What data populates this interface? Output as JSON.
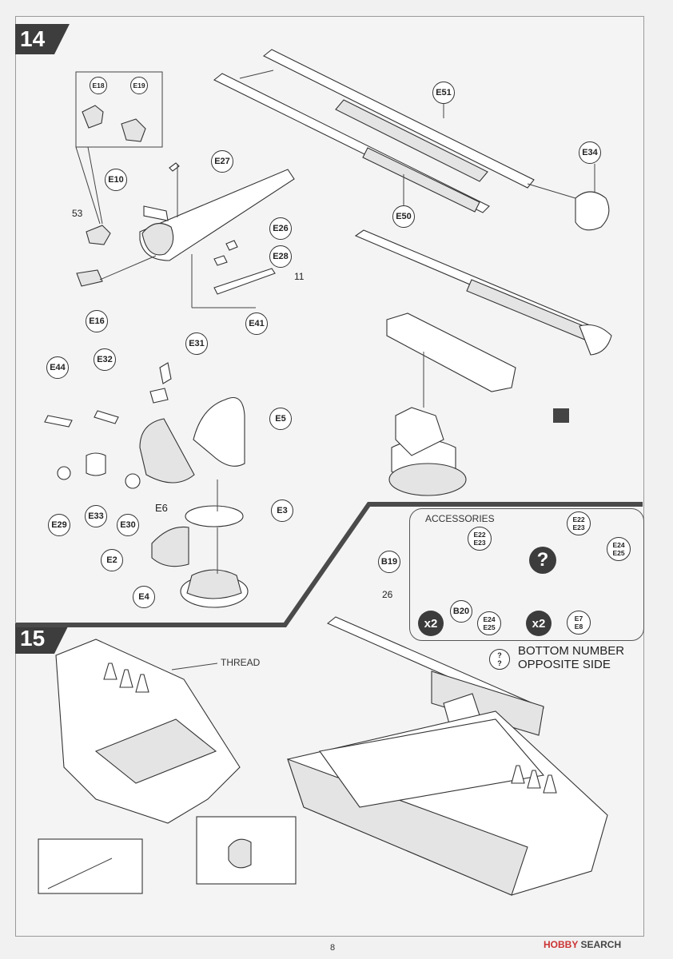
{
  "steps": {
    "step14": "14",
    "step15": "15"
  },
  "callouts": {
    "E18": "E18",
    "E19": "E19",
    "E27": "E27",
    "E10": "E10",
    "n53": "53",
    "E26": "E26",
    "E28": "E28",
    "n11": "11",
    "E16": "E16",
    "E41": "E41",
    "E51": "E51",
    "E34": "E34",
    "E50": "E50",
    "E31": "E31",
    "E44": "E44",
    "E32": "E32",
    "E5": "E5",
    "E29": "E29",
    "E33": "E33",
    "E30": "E30",
    "E6": "E6",
    "E3": "E3",
    "E2": "E2",
    "E4": "E4"
  },
  "accessories": {
    "title": "ACCESSORIES",
    "B19": "B19",
    "n26": "26",
    "B20": "B20",
    "x2_left": "x2",
    "x2_right": "x2",
    "E22_top": "E22",
    "E23_top": "E23",
    "E22_mid": "E22",
    "E23_mid": "E23",
    "E24_r": "E24",
    "E25_r": "E25",
    "E24_b": "E24",
    "E25_b": "E25",
    "E7": "E7",
    "E8": "E8",
    "question": "?"
  },
  "note": {
    "q1": "?",
    "q2": "?",
    "line1": "BOTTOM NUMBER",
    "line2": "OPPOSITE SIDE"
  },
  "step15_labels": {
    "thread": "THREAD"
  },
  "footer": {
    "page_number": "8",
    "brand_prefix": "HOBBY",
    "brand_suffix": "SEARCH"
  }
}
